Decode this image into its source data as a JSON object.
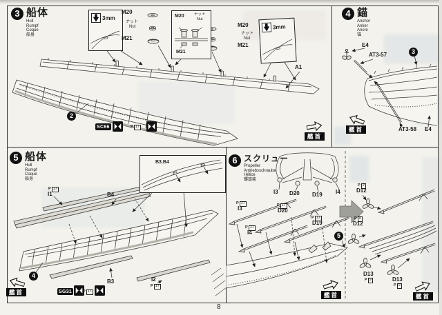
{
  "page": {
    "number": "8"
  },
  "common": {
    "bow_badge": "艦首",
    "m20": "M20",
    "m21": "M21",
    "nut_jp": "ナット",
    "nut_en": "Nut",
    "drill_note": "3mm",
    "paint_prefix": "P",
    "paint_flag_17": "17",
    "paint_flag_9": "9"
  },
  "step3": {
    "number": "3",
    "title": "船体",
    "subtitle": "Hull\nRumpf\nCoque\n船身",
    "part_a1": "A1",
    "callout": "2",
    "paint_code": "SC66"
  },
  "step4": {
    "number": "4",
    "title": "錨",
    "subtitle": "Anchor\nAnker\nAncre\n锚",
    "part_e4": "E4",
    "part_at3_57": "AT3-57",
    "part_at3_58": "AT3-58",
    "callout": "3"
  },
  "step5": {
    "number": "5",
    "title": "船体",
    "subtitle": "Hull\nRumpf\nCoque\n船身",
    "part_i1": "I1",
    "part_i2": "I2",
    "part_b3": "B3",
    "part_b4": "B4",
    "inset_label": "B3.B4",
    "callout": "4",
    "paint_code": "SG31"
  },
  "step6": {
    "number": "6",
    "title": "スクリュー",
    "subtitle": "Propeller\nAntriebsschraube\nHélice\n螺旋桨",
    "part_i3": "I3",
    "part_i4": "I4",
    "part_d19": "D19",
    "part_d20": "D20",
    "part_d12": "D12",
    "part_d13": "D13",
    "callout": "5"
  }
}
